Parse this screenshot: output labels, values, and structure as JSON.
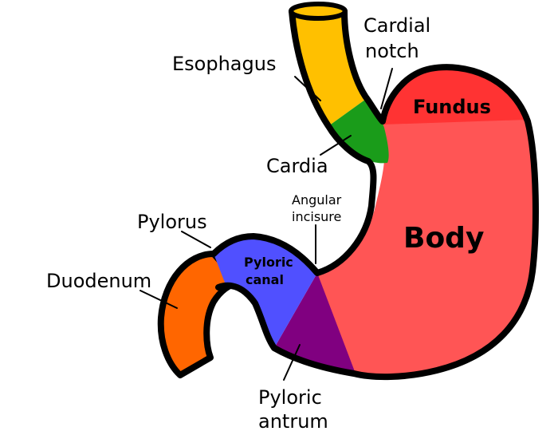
{
  "diagram": {
    "regions": [
      {
        "id": "esophagus",
        "color": "#ffc000"
      },
      {
        "id": "cardia",
        "color": "#1a9c1a"
      },
      {
        "id": "fundus",
        "color": "#ff3333"
      },
      {
        "id": "body",
        "color": "#ff5555"
      },
      {
        "id": "pyloric-antrum",
        "color": "#800080"
      },
      {
        "id": "pyloric-canal",
        "color": "#5050ff"
      },
      {
        "id": "duodenum",
        "color": "#ff6600"
      }
    ],
    "outline_color": "#000000",
    "labels": {
      "cardial_notch_line1": "Cardial",
      "cardial_notch_line2": "notch",
      "esophagus": "Esophagus",
      "fundus": "Fundus",
      "cardia": "Cardia",
      "angular_incisure_line1": "Angular",
      "angular_incisure_line2": "incisure",
      "body": "Body",
      "pylorus": "Pylorus",
      "pyloric_canal_line1": "Pyloric",
      "pyloric_canal_line2": "canal",
      "duodenum": "Duodenum",
      "pyloric_antrum_line1": "Pyloric",
      "pyloric_antrum_line2": "antrum"
    }
  }
}
